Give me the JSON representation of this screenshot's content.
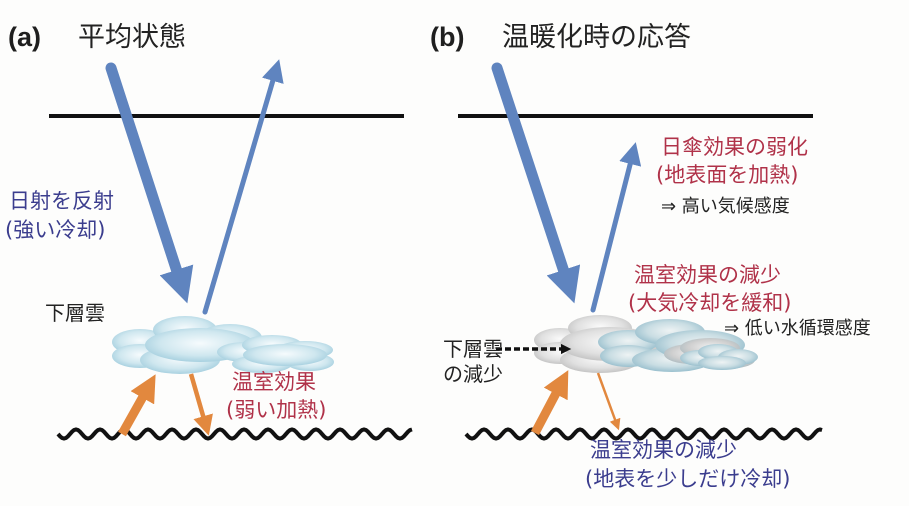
{
  "colors": {
    "shortwave": "#5f84bf",
    "longwave": "#e2883e",
    "boundary": "#111111",
    "label_blue": "#3b3d8e",
    "label_red": "#b03249",
    "cloud_blue": "#bfe0ea",
    "cloud_gray": "#d6d6d6"
  },
  "panel_a": {
    "letter": "(a)",
    "title": "平均状態",
    "reflect_label": [
      "日射を反射",
      "(強い冷却)"
    ],
    "cloud_label": "下層雲",
    "greenhouse_label": [
      "温室効果",
      "(弱い加熱)"
    ]
  },
  "panel_b": {
    "letter": "(b)",
    "title": "温暖化時の応答",
    "umbrella_label": [
      "日傘効果の弱化",
      "(地表面を加熱)"
    ],
    "climate_sensitivity": "⇒ 高い気候感度",
    "greenhouse_atm_label": [
      "温室効果の減少",
      "(大気冷却を緩和)"
    ],
    "hydro_sensitivity": "⇒ 低い水循環感度",
    "cloud_label": [
      "下層雲",
      "の減少"
    ],
    "greenhouse_sfc_label": [
      "温室効果の減少",
      "(地表を少しだけ冷却)"
    ]
  }
}
